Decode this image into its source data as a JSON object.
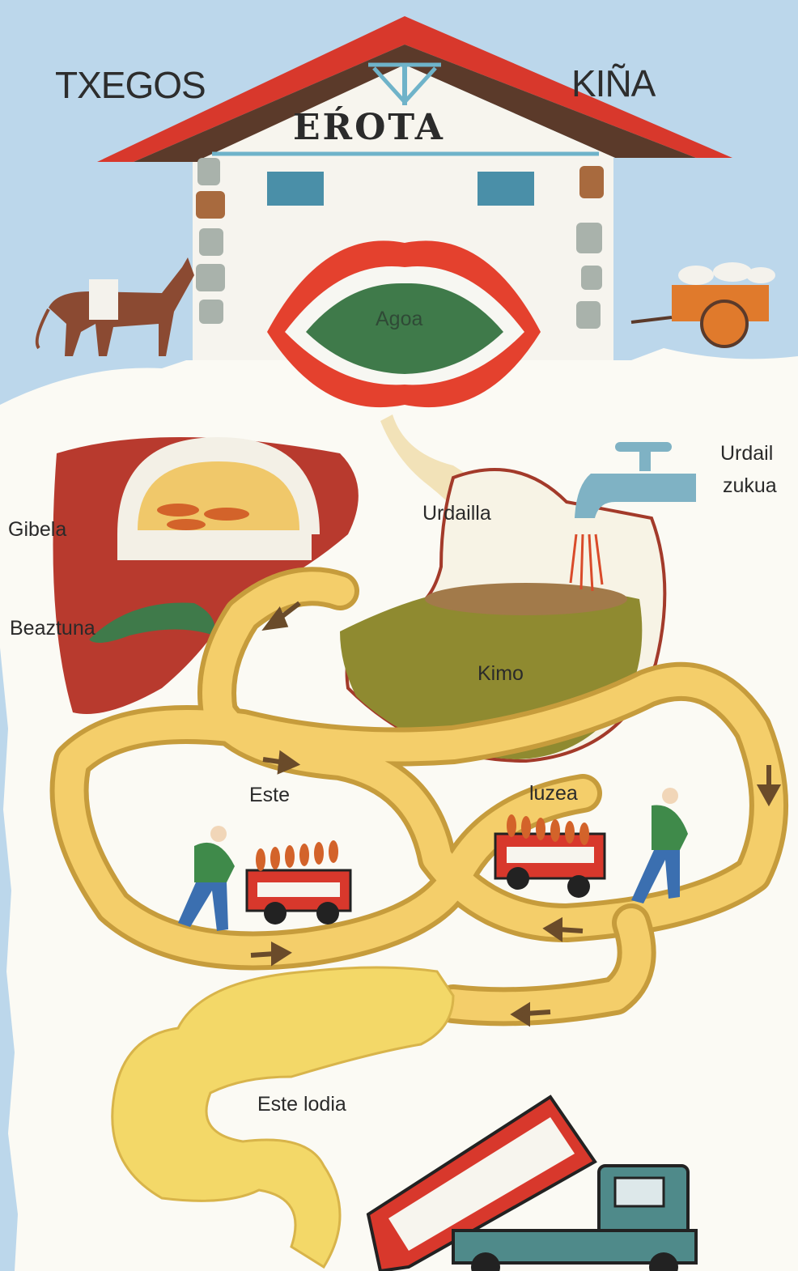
{
  "house": {
    "left_word": "TXEGOS",
    "right_word": "KIÑA",
    "sign": "EŔOTA"
  },
  "labels": {
    "mouth": "Agoa",
    "liver": "Gibela",
    "gallbladder": "Beaztuna",
    "stomach": "Urdailla",
    "gastric_juice_line1": "Urdail",
    "gastric_juice_line2": "zukua",
    "chyme": "Kimo",
    "small_intestine_1": "Este",
    "small_intestine_2": "luzea",
    "large_intestine": "Este lodia"
  },
  "colors": {
    "sky": "#b9d6ea",
    "roof_red": "#d8382c",
    "liver": "#b83a2e",
    "stomach_green": "#8b8a2f",
    "intestine": "#f2c65a",
    "mouth_green": "#3f7a4a"
  }
}
